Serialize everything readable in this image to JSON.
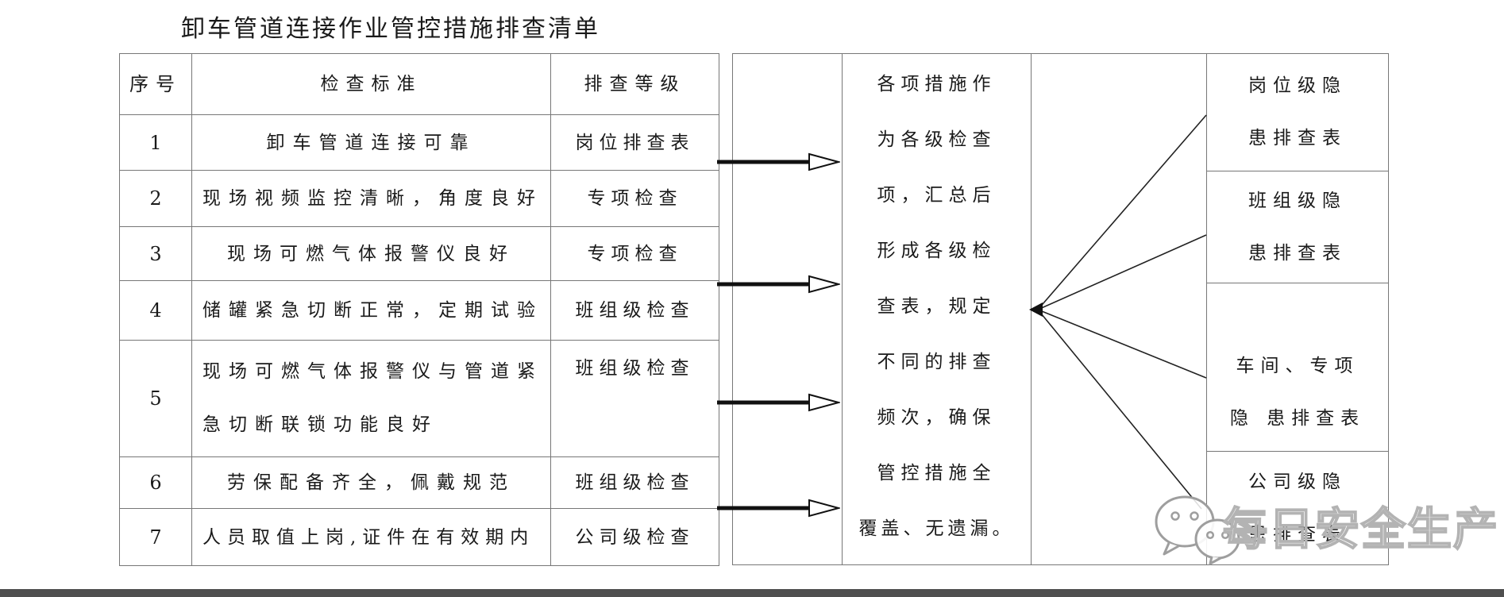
{
  "title": "卸车管道连接作业管控措施排查清单",
  "table": {
    "headers": {
      "no": "序号",
      "standard": "检查标准",
      "level": "排查等级"
    },
    "rows": [
      {
        "no": "1",
        "standard": "卸车管道连接可靠",
        "level": "岗位排查表"
      },
      {
        "no": "2",
        "standard": "现场视频监控清晰，角度良好",
        "level": "专项检查"
      },
      {
        "no": "3",
        "standard": "现场可燃气体报警仪良好",
        "level": "专项检查"
      },
      {
        "no": "4",
        "standard": "储罐紧急切断正常，定期试验",
        "level": "班组级检查"
      },
      {
        "no": "5",
        "standard": "现场可燃气体报警仪与管道紧急切断联锁功能良好",
        "level": "班组级检查"
      },
      {
        "no": "6",
        "standard": "劳保配备齐全，佩戴规范",
        "level": "班组级检查"
      },
      {
        "no": "7",
        "standard": "人员取值上岗,证件在有效期内",
        "level": "公司级检查"
      }
    ]
  },
  "flow": {
    "middle_lines": [
      "各项措施作",
      "为各级检查",
      "项，汇总后",
      "形成各级检",
      "查表，规定",
      "不同的排查",
      "频次，确保",
      "管控措施全",
      "覆盖、无遗漏。"
    ],
    "middle_full_text": "各项措施作为各级检查项，汇总后形成各级检查表，规定不同的排查频次，确保管控措施全覆盖、无遗漏。",
    "right_boxes": [
      {
        "line1": "岗位级隐",
        "line2": "患排查表"
      },
      {
        "line1": "班组级隐",
        "line2": "患排查表"
      },
      {
        "line1": "车间、专项",
        "line2": "隐 患排查表"
      },
      {
        "line1": "公司级隐",
        "line2": "患排查表"
      }
    ]
  },
  "watermark": {
    "text": "每日安全生产",
    "icon": "wechat-icon"
  },
  "colors": {
    "border": "#777777",
    "text": "#1a1a1a",
    "watermark": "#b3b3b3",
    "bottom_bar": "#4f4f4f",
    "background": "#ffffff"
  }
}
